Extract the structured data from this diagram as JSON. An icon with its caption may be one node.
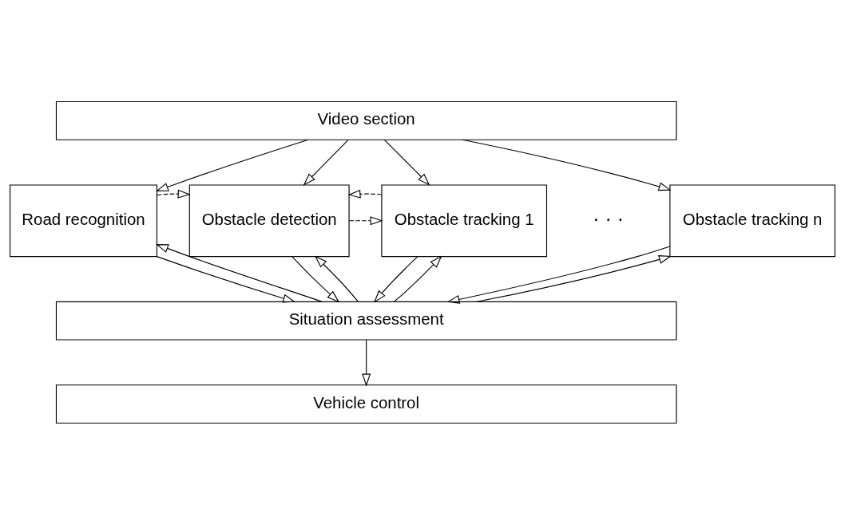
{
  "diagram": {
    "nodes": [
      {
        "text": [
          "Video section"
        ]
      },
      {
        "text": [
          "Road recognition"
        ]
      },
      {
        "text": [
          "Obstacle detection"
        ]
      },
      {
        "text": [
          "Obstacle tracking 1"
        ]
      },
      {
        "text": [
          "Obstacle tracking n"
        ]
      },
      {
        "text": [
          "Situation assessment"
        ]
      },
      {
        "text": [
          "Vehicle control"
        ]
      }
    ],
    "edges": [
      {
        "from": 0,
        "to": 1,
        "arrow": "to"
      },
      {
        "from": 0,
        "to": 2,
        "arrow": "to"
      },
      {
        "from": 0,
        "to": 3,
        "arrow": "to"
      },
      {
        "from": 0,
        "to": 4,
        "arrow": "to"
      },
      {
        "from": 5,
        "to": 1,
        "arrow": "to"
      },
      {
        "from": 1,
        "to": 5,
        "arrow": "to"
      },
      {
        "from": 5,
        "to": 2,
        "arrow": "to"
      },
      {
        "from": 2,
        "to": 5,
        "arrow": "to"
      },
      {
        "from": 3,
        "to": 5,
        "arrow": "to"
      },
      {
        "from": 5,
        "to": 3,
        "arrow": "to"
      },
      {
        "from": 4,
        "to": 5,
        "arrow": "to"
      },
      {
        "from": 5,
        "to": 4,
        "arrow": "to"
      },
      {
        "from": 1,
        "to": 2,
        "arrow": "to",
        "style": "dashed"
      },
      {
        "from": 2,
        "to": 3,
        "arrow": "to",
        "style": "dashed"
      },
      {
        "from": 3,
        "to": 2,
        "arrow": "to",
        "style": "dashed"
      },
      {
        "from": 5,
        "to": 6,
        "arrow": "to"
      }
    ],
    "labels": [
      "· · ·"
    ]
  }
}
